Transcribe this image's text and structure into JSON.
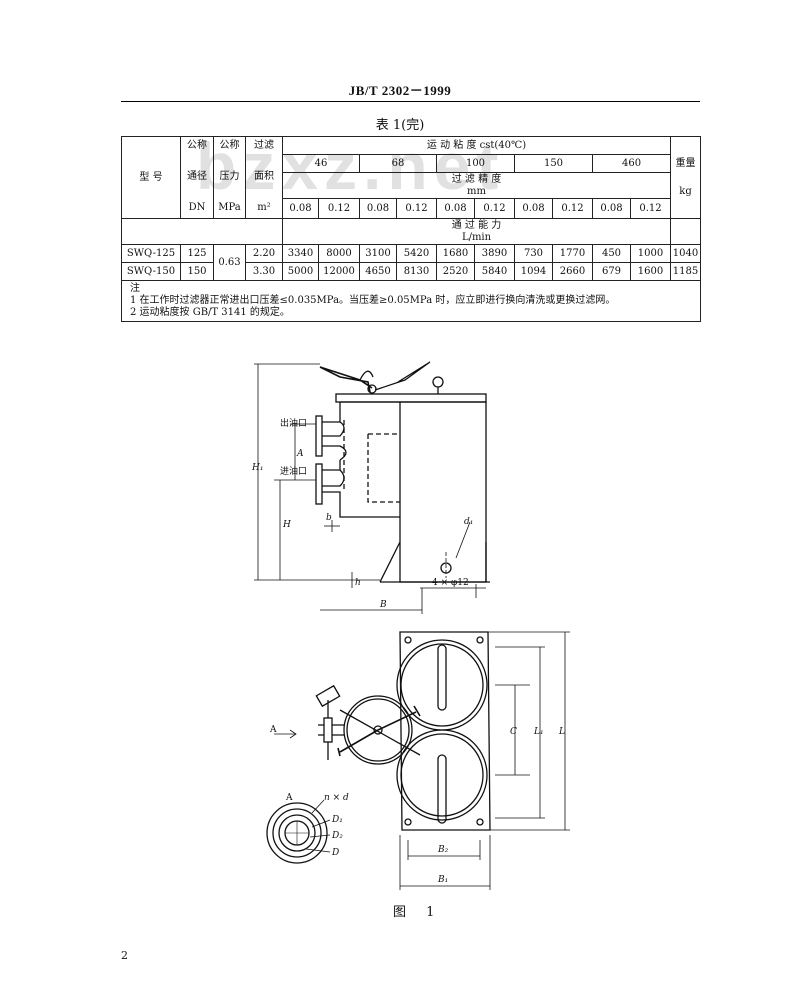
{
  "header": {
    "standard_no": "JB/T  2302－1999"
  },
  "watermark": "bzxz.net",
  "table": {
    "caption": "表 1(完)",
    "head": {
      "model": "型  号",
      "nominal_diameter": [
        "公称",
        "通径",
        "DN"
      ],
      "nominal_pressure": [
        "公称",
        "压力",
        "MPa"
      ],
      "filter_area": [
        "过滤",
        "面积",
        "m²"
      ],
      "viscosity_title": "运 动 粘 度  cst(40℃)",
      "viscosities": [
        "46",
        "68",
        "100",
        "150",
        "460"
      ],
      "precision_title": "过  滤  精  度",
      "precision_unit": "mm",
      "precisions": [
        "0.08",
        "0.12",
        "0.08",
        "0.12",
        "0.08",
        "0.12",
        "0.08",
        "0.12",
        "0.08",
        "0.12"
      ],
      "capacity_title": "通  过  能  力",
      "capacity_unit": "L/min",
      "weight": [
        "重量",
        "kg"
      ]
    },
    "rows": [
      {
        "model": "SWQ-125",
        "dn": "125",
        "pressure": "0.63",
        "area": "2.20",
        "values": [
          "3340",
          "8000",
          "3100",
          "5420",
          "1680",
          "3890",
          "730",
          "1770",
          "450",
          "1000"
        ],
        "weight": "1040"
      },
      {
        "model": "SWQ-150",
        "dn": "150",
        "area": "3.30",
        "values": [
          "5000",
          "12000",
          "4650",
          "8130",
          "2520",
          "5840",
          "1094",
          "2660",
          "679",
          "1600"
        ],
        "weight": "1185"
      }
    ],
    "notes": {
      "title": "注",
      "items": [
        "1 在工作时过滤器正常进出口压差≤0.035MPa。当压差≥0.05MPa 时，应立即进行换向清洗或更换过滤网。",
        "2 运动粘度按 GB/T 3141 的规定。"
      ]
    }
  },
  "figure": {
    "caption": "图 1",
    "labels": {
      "outlet": "出油口",
      "inlet": "进油口",
      "H1": "H₁",
      "A_dim": "A",
      "H": "H",
      "b": "b",
      "h": "h",
      "d1": "d₁",
      "holes": "4 × φ12",
      "B": "B",
      "view_A_arrow": "A",
      "C": "C",
      "L1": "L₁",
      "L": "L",
      "B2": "B₂",
      "B1": "B₁",
      "view_A_title": "A",
      "n_d": "n × d",
      "D1": "D₁",
      "D2": "D₂",
      "D": "D"
    }
  },
  "page": {
    "number": "2"
  }
}
